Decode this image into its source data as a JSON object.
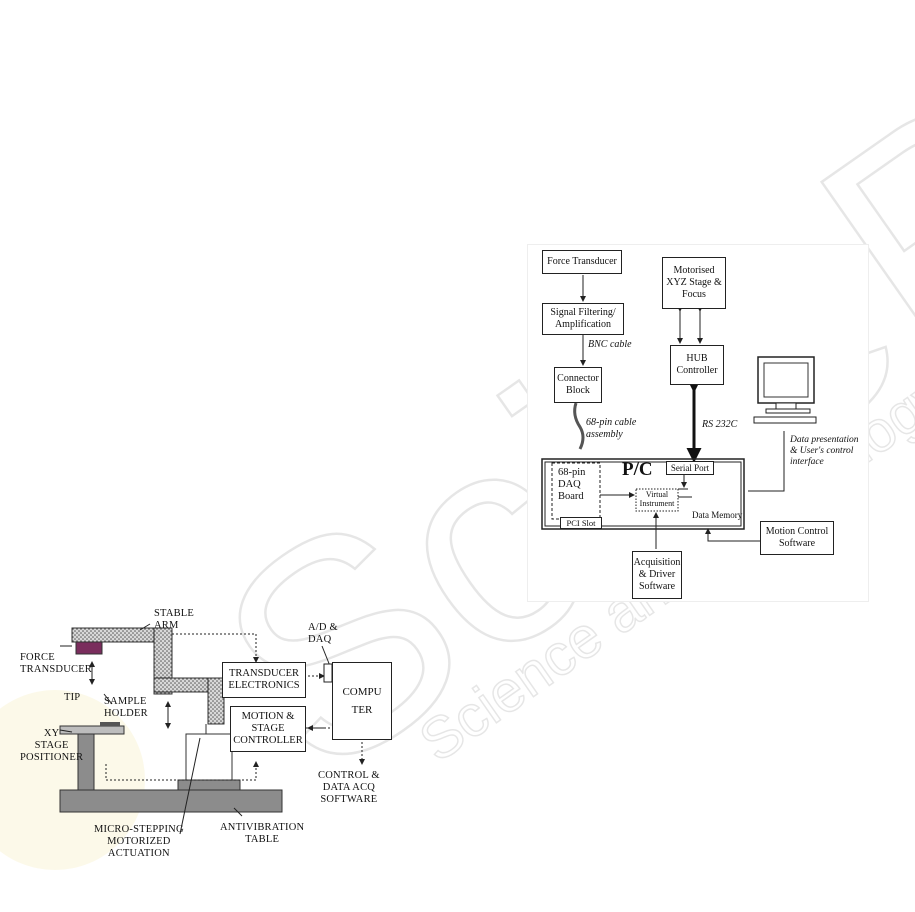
{
  "watermark": {
    "main_text": "SciTePress",
    "sub_text": "Science and Technology Publications"
  },
  "right_diagram": {
    "force_transducer": "Force Transducer",
    "signal_filtering": "Signal Filtering/\nAmplification",
    "bnc_cable": "BNC cable",
    "connector_block": "Connector\nBlock",
    "pin_cable": "68-pin cable\nassembly",
    "motorised_stage": "Motorised\nXYZ Stage &\nFocus",
    "hub_controller": "HUB\nController",
    "rs232c": "RS 232C",
    "data_presentation": "Data presentation\n& User's control\ninterface",
    "pc_label": "P/C",
    "daq_board": "68-pin\nDAQ\nBoard",
    "serial_port": "Serial Port",
    "virtual_instrument": "Virtual\nInstrument",
    "data_memory": "Data Memory",
    "pci_slot": "PCI Slot",
    "motion_control_software": "Motion Control\nSoftware",
    "acquisition_software": "Acquisition\n& Driver\nSoftware"
  },
  "left_diagram": {
    "stable_arm": "STABLE\nARM",
    "force_transducer": "FORCE\nTRANSDUCER",
    "tip": "TIP",
    "sample_holder": "SAMPLE\nHOLDER",
    "xy_stage": "XY\nSTAGE\nPOSITIONER",
    "ad_daq": "A/D &\nDAQ",
    "transducer_electronics": "TRANSDUCER\nELECTRONICS",
    "computer": "COMPU\nTER",
    "motion_controller": "MOTION &\nSTAGE\nCONTROLLER",
    "control_software": "CONTROL &\nDATA ACQ\nSOFTWARE",
    "micro_stepping": "MICRO-STEPPING\nMOTORIZED\nACTUATION",
    "antivibration_table": "ANTIVIBRATION\nTABLE"
  }
}
